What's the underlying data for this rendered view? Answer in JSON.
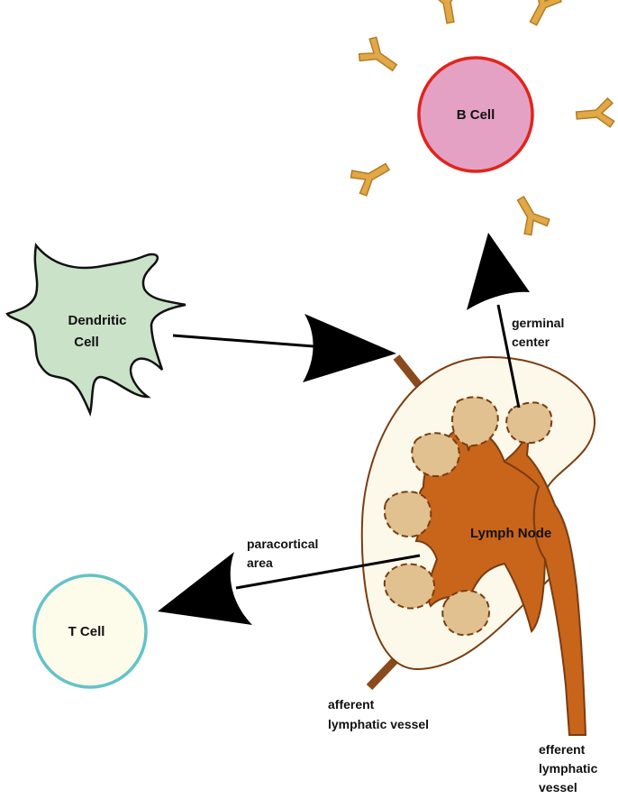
{
  "colors": {
    "background": "#ffffff",
    "b_cell_fill": "#e4a1c4",
    "b_cell_border": "#e0251c",
    "antibody": "#e0a847",
    "antibody_dark": "#b57b22",
    "dendritic_fill": "#c9e2c8",
    "t_cell_fill": "#fdfbea",
    "t_cell_border": "#63c3c9",
    "node_outer_fill": "#fdf9ea",
    "node_inner": "#c8651b",
    "follicle_fill": "#e0c18f",
    "follicle_dash": "#7a3c12",
    "arrow": "#000000"
  },
  "labels": {
    "b_cell": "B Cell",
    "dendritic_line1": "Dendritic",
    "dendritic_line2": "Cell",
    "t_cell": "T Cell",
    "lymph_node": "Lymph Node",
    "germinal_line1": "germinal",
    "germinal_line2": "center",
    "paracortical_line1": "paracortical",
    "paracortical_line2": "area",
    "afferent_line1": "afferent",
    "afferent_line2": "lymphatic vessel",
    "efferent_line1": "efferent",
    "efferent_line2": "lymphatic",
    "efferent_line3": "vessel"
  }
}
